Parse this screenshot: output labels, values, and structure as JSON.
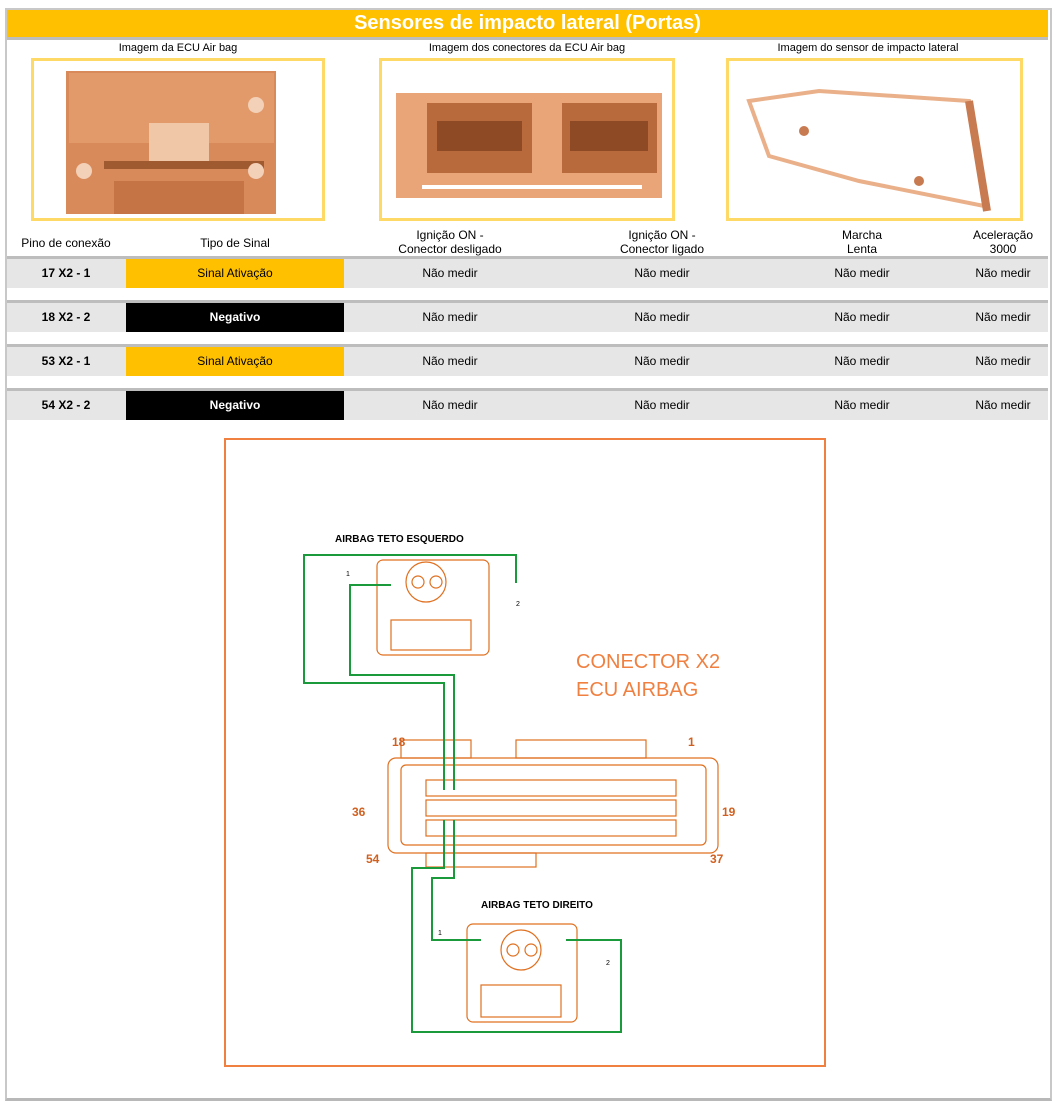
{
  "title": "Sensores de impacto lateral (Portas)",
  "images": [
    {
      "caption": "Imagem da ECU Air bag"
    },
    {
      "caption": "Imagem dos conectores da ECU Air bag"
    },
    {
      "caption": "Imagem do sensor de impacto lateral"
    }
  ],
  "table": {
    "headers": [
      "Pino de conexão",
      "Tipo de Sinal",
      "Ignição ON -\nConector desligado",
      "Ignição ON -\nConector ligado",
      "Marcha\nLenta",
      "Aceleração\n3000"
    ],
    "rows": [
      {
        "pin": "17 X2 - 1",
        "signal": "Sinal Ativação",
        "type": "active",
        "v": [
          "Não medir",
          "Não medir",
          "Não medir",
          "Não medir"
        ]
      },
      {
        "pin": "18 X2 - 2",
        "signal": "Negativo",
        "type": "neg",
        "v": [
          "Não medir",
          "Não medir",
          "Não medir",
          "Não medir"
        ]
      },
      {
        "pin": "53 X2 - 1",
        "signal": "Sinal Ativação",
        "type": "active",
        "v": [
          "Não medir",
          "Não medir",
          "Não medir",
          "Não medir"
        ]
      },
      {
        "pin": "54 X2 - 2",
        "signal": "Negativo",
        "type": "neg",
        "v": [
          "Não medir",
          "Não medir",
          "Não medir",
          "Não medir"
        ]
      }
    ]
  },
  "diagram": {
    "left_label": "AIRBAG TETO ESQUERDO",
    "right_label": "AIRBAG TETO DIREITO",
    "connector_line1": "CONECTOR X2",
    "connector_line2": "ECU AIRBAG",
    "pin_labels": [
      "18",
      "1",
      "36",
      "19",
      "54",
      "37"
    ],
    "sensor_pins": [
      "1",
      "2"
    ],
    "colors": {
      "wire": "#1a9a3a",
      "outline": "#E07020",
      "accent": "#F08040"
    }
  }
}
